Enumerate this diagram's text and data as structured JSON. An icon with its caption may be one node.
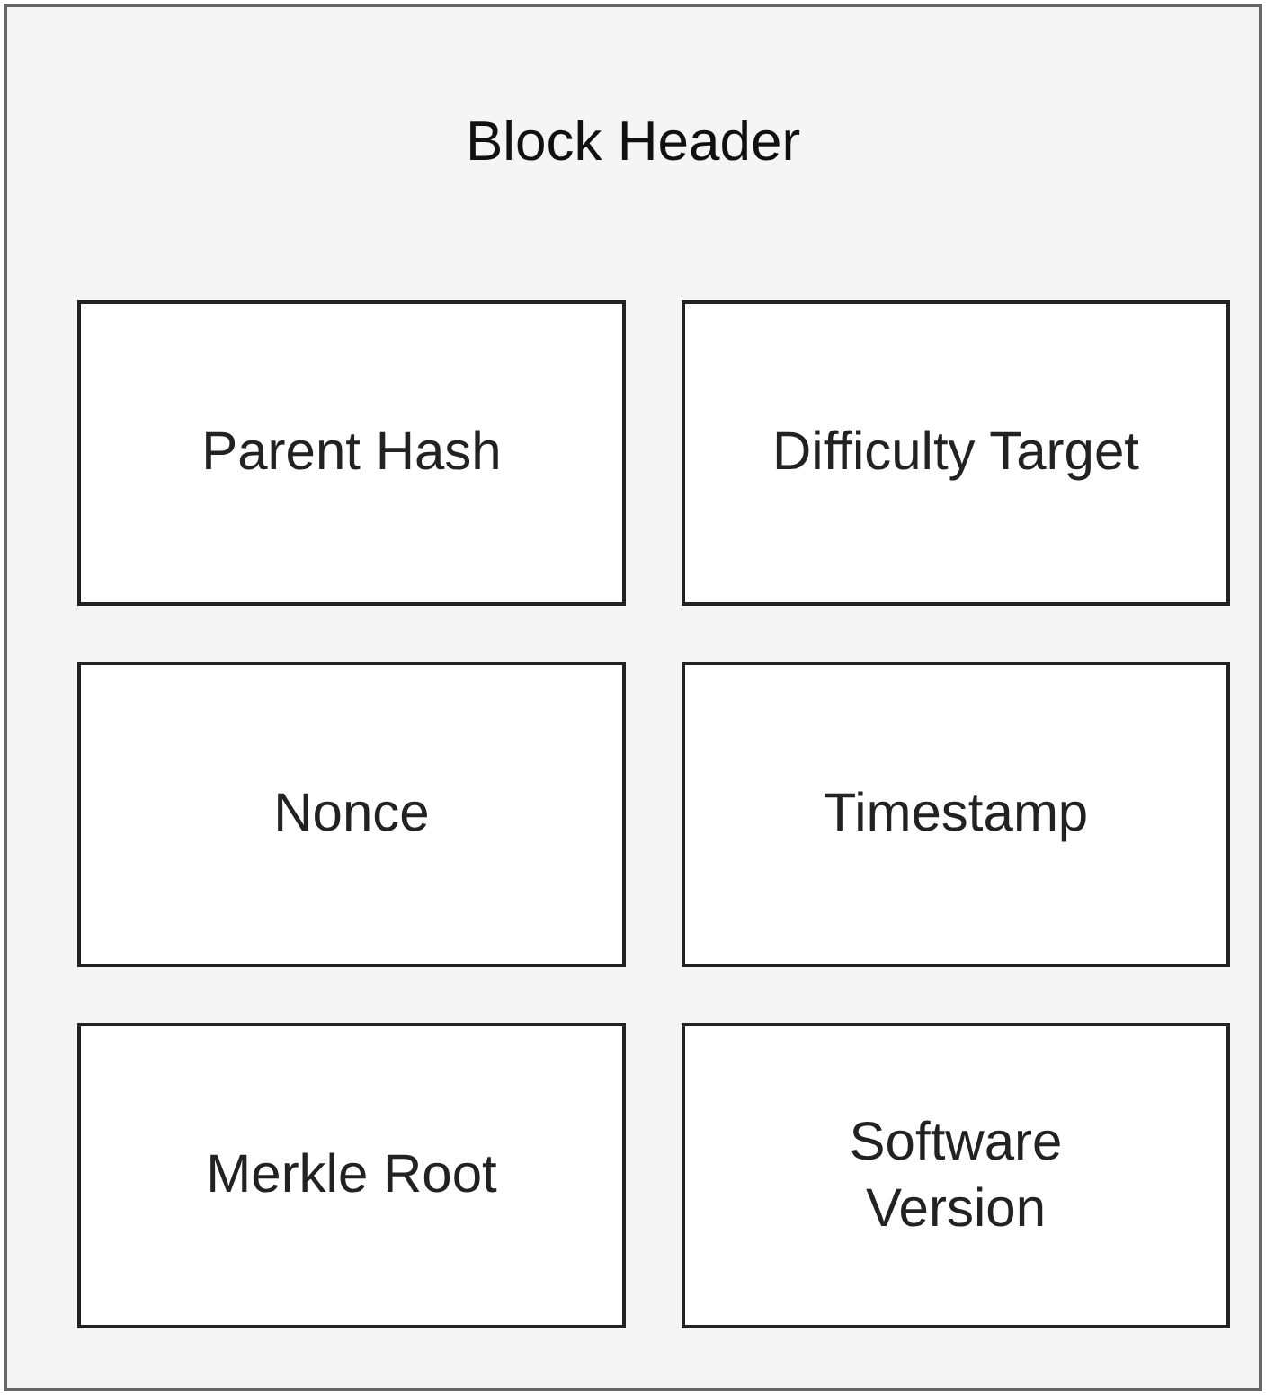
{
  "diagram": {
    "nodes": [
      {
        "text": [
          "Block Header"
        ]
      },
      {
        "text": [
          "Parent Hash"
        ],
        "in": 0
      },
      {
        "text": [
          "Difficulty Target"
        ],
        "in": 0
      },
      {
        "text": [
          "Nonce"
        ],
        "in": 0
      },
      {
        "text": [
          "Timestamp"
        ],
        "in": 0
      },
      {
        "text": [
          "Merkle Root"
        ],
        "in": 0
      },
      {
        "text": [
          "Software Version"
        ],
        "in": 0
      }
    ]
  }
}
